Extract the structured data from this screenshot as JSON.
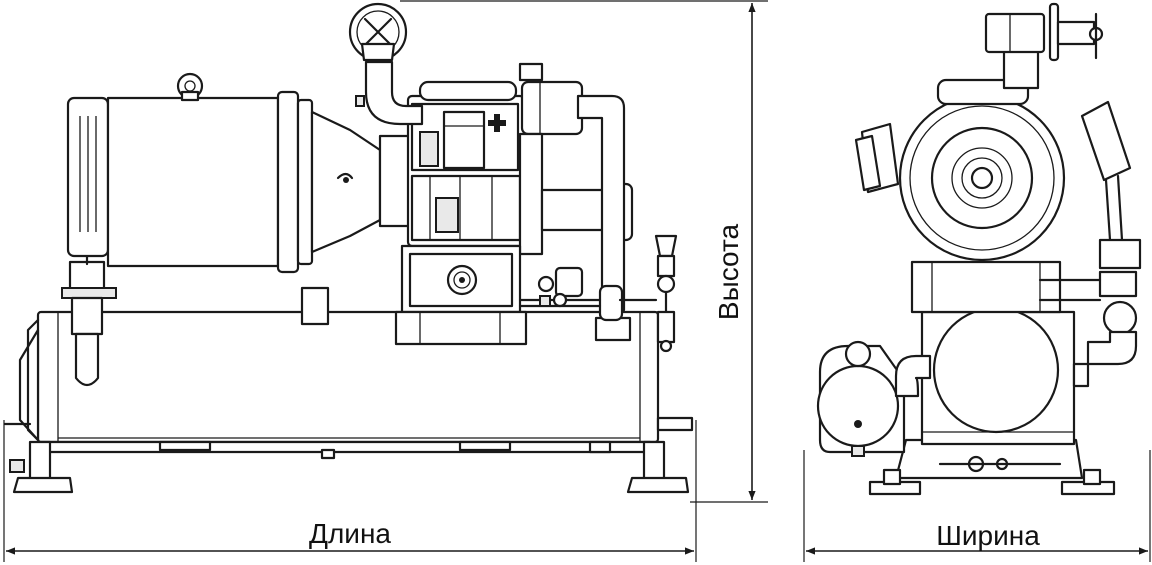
{
  "figure": {
    "dimension_labels": {
      "length": "Длина",
      "height": "Высота",
      "width": "Ширина"
    },
    "colors": {
      "line": "#1a1a1a",
      "background": "#ffffff"
    }
  }
}
